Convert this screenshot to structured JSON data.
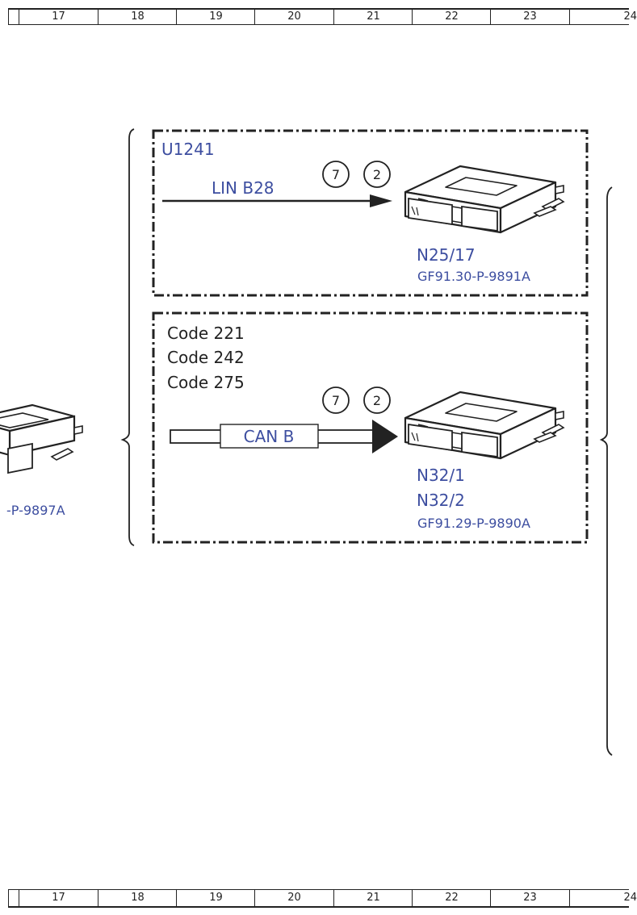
{
  "ruler": {
    "columns": [
      "17",
      "18",
      "19",
      "20",
      "21",
      "22",
      "23",
      "24"
    ]
  },
  "left_partial": {
    "ref": "-P-9897A"
  },
  "box_lin": {
    "group": "U1241",
    "bus": "LIN B28",
    "circle_a": "7",
    "circle_b": "2",
    "module": "N25/17",
    "ref": "GF91.30-P-9891A"
  },
  "box_can": {
    "codes": [
      "Code 221",
      "Code 242",
      "Code 275"
    ],
    "bus": "CAN B",
    "circle_a": "7",
    "circle_b": "2",
    "modules": [
      "N32/1",
      "N32/2"
    ],
    "ref": "GF91.29-P-9890A"
  },
  "colors": {
    "blue": "#3d4ea0",
    "line": "#222222"
  }
}
